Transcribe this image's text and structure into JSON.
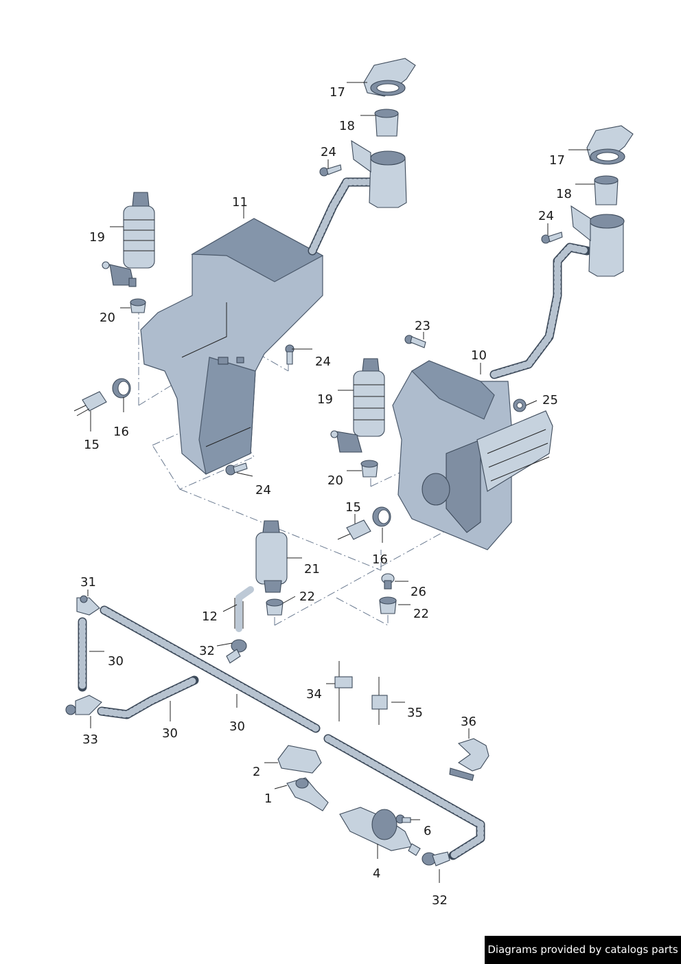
{
  "labels": {
    "p17a": "17",
    "p18a": "18",
    "p24a": "24",
    "p11": "11",
    "p19a": "19",
    "p20a": "20",
    "p24b": "24",
    "p15a": "15",
    "p16a": "16",
    "p24c": "24",
    "p17b": "17",
    "p18b": "18",
    "p24d": "24",
    "p23": "23",
    "p10": "10",
    "p25": "25",
    "p19b": "19",
    "p20b": "20",
    "p15b": "15",
    "p16b": "16",
    "p21": "21",
    "p22a": "22",
    "p12": "12",
    "p26": "26",
    "p22b": "22",
    "p31": "31",
    "p30a": "30",
    "p32a": "32",
    "p33": "33",
    "p30b": "30",
    "p30c": "30",
    "p34": "34",
    "p35": "35",
    "p36": "36",
    "p2": "2",
    "p1": "1",
    "p6": "6",
    "p4": "4",
    "p32b": "32"
  },
  "footer": {
    "credit": "Diagrams provided by catalogs parts"
  }
}
